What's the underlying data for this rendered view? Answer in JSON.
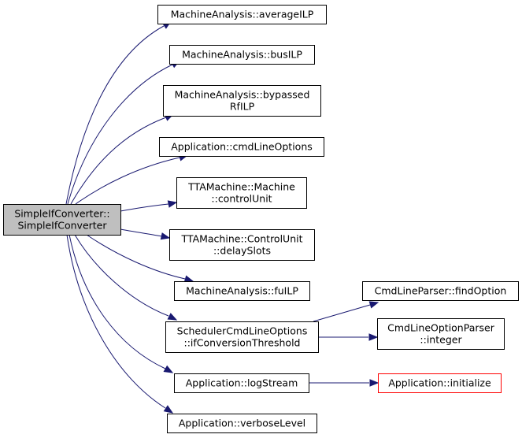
{
  "diagram": {
    "root": {
      "lines": [
        "SimpleIfConverter::",
        "SimpleIfConverter"
      ]
    },
    "nodes": {
      "average_ilp": {
        "lines": [
          "MachineAnalysis::averageILP"
        ]
      },
      "bus_ilp": {
        "lines": [
          "MachineAnalysis::busILP"
        ]
      },
      "bypassed_rf_ilp": {
        "lines": [
          "MachineAnalysis::bypassed",
          "RfILP"
        ]
      },
      "cmd_line_options": {
        "lines": [
          "Application::cmdLineOptions"
        ]
      },
      "control_unit": {
        "lines": [
          "TTAMachine::Machine",
          "::controlUnit"
        ]
      },
      "delay_slots": {
        "lines": [
          "TTAMachine::ControlUnit",
          "::delaySlots"
        ]
      },
      "fu_ilp": {
        "lines": [
          "MachineAnalysis::fuILP"
        ]
      },
      "if_conversion_threshold": {
        "lines": [
          "SchedulerCmdLineOptions",
          "::ifConversionThreshold"
        ]
      },
      "log_stream": {
        "lines": [
          "Application::logStream"
        ]
      },
      "verbose_level": {
        "lines": [
          "Application::verboseLevel"
        ]
      },
      "find_option": {
        "lines": [
          "CmdLineParser::findOption"
        ]
      },
      "integer": {
        "lines": [
          "CmdLineOptionParser",
          "::integer"
        ]
      },
      "initialize": {
        "lines": [
          "Application::initialize"
        ]
      }
    },
    "edges": [
      {
        "from": "root",
        "to": "average_ilp"
      },
      {
        "from": "root",
        "to": "bus_ilp"
      },
      {
        "from": "root",
        "to": "bypassed_rf_ilp"
      },
      {
        "from": "root",
        "to": "cmd_line_options"
      },
      {
        "from": "root",
        "to": "control_unit"
      },
      {
        "from": "root",
        "to": "delay_slots"
      },
      {
        "from": "root",
        "to": "fu_ilp"
      },
      {
        "from": "root",
        "to": "if_conversion_threshold"
      },
      {
        "from": "root",
        "to": "log_stream"
      },
      {
        "from": "root",
        "to": "verbose_level"
      },
      {
        "from": "if_conversion_threshold",
        "to": "find_option"
      },
      {
        "from": "if_conversion_threshold",
        "to": "integer"
      },
      {
        "from": "log_stream",
        "to": "initialize"
      }
    ],
    "colors": {
      "edge": "#191970",
      "node_border": "#000000",
      "root_fill": "#bfbfbf",
      "error_border": "#ff0000"
    }
  }
}
